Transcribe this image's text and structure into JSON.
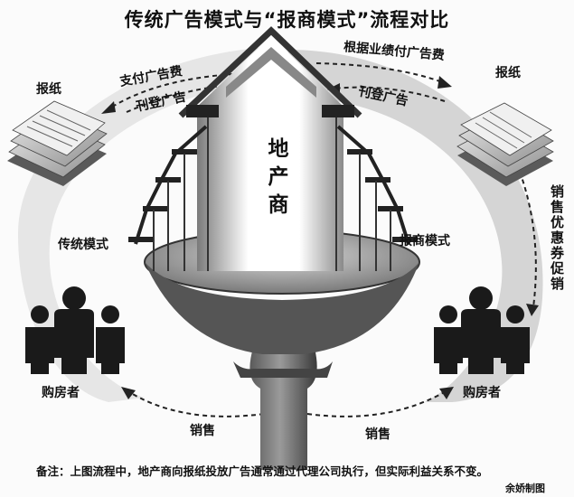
{
  "title": "传统广告模式与“报商模式”流程对比",
  "center_label": "地产商",
  "left": {
    "newspaper_label": "报纸",
    "arrow_pay": "支付广告费",
    "arrow_publish": "刊登广告",
    "mode_label": "传统模式",
    "buyers_label": "购房者",
    "sales_label": "销售"
  },
  "right": {
    "newspaper_label": "报纸",
    "arrow_pay": "根据业绩付广告费",
    "arrow_publish": "刊登广告",
    "mode_label": "报商模式",
    "coupon_label": "销售优惠券促销",
    "buyers_label": "购房者",
    "sales_label": "销售"
  },
  "note": "备注：上图流程中，地产商向报纸投放广告通常通过代理公司执行，但实际利益关系不变。",
  "credit": "余娇制图"
}
